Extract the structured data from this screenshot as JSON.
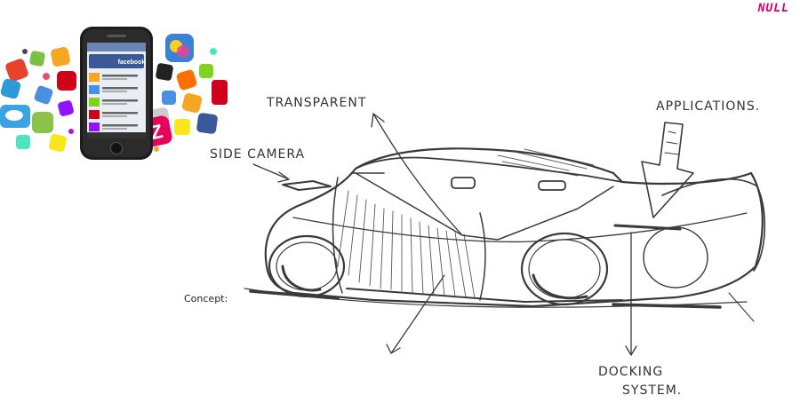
{
  "brand": {
    "text": "NULL",
    "color": "#d4006f"
  },
  "concept": {
    "label": "Concept:"
  },
  "phone": {
    "banner_text": "facebook"
  },
  "annotations": {
    "transparent": "TRANSPARENT",
    "applications": "APPLICATIONS.",
    "side_camera": "SIDE CAMERA",
    "docking_line1": "DOCKING",
    "docking_line2": "SYSTEM."
  },
  "colors": {
    "sketch_ink": "#3a3a3a",
    "phone_body": "#1c1c1c",
    "screen_blue": "#3b5998"
  }
}
